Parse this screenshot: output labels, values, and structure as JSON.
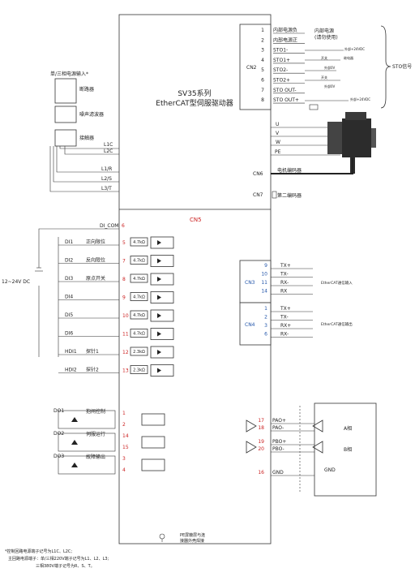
{
  "drive": {
    "title1": "SV35系列",
    "title2": "EtherCAT型伺服驱动器"
  },
  "power": {
    "input_label": "单/三相电源输入*",
    "breaker": "断路器",
    "noise_filter": "噪声滤波器",
    "contactor": "接触器",
    "l1c": "L1C",
    "l2c": "L2C",
    "l1r": "L1/R",
    "l2s": "L2/S",
    "l3t": "L3/T"
  },
  "cn2": {
    "label": "CN2",
    "rows": [
      {
        "num": "1",
        "name": "内部电源负"
      },
      {
        "num": "2",
        "name": "内部电源正"
      },
      {
        "num": "3",
        "name": "STO1-"
      },
      {
        "num": "4",
        "name": "STO1+"
      },
      {
        "num": "5",
        "name": "STO2-"
      },
      {
        "num": "6",
        "name": "STO2+"
      },
      {
        "num": "7",
        "name": "STO OUT-"
      },
      {
        "num": "8",
        "name": "STO OUT+"
      }
    ],
    "internal_note1": "内部电源",
    "internal_note2": "(请勿使用)",
    "v24_a": "外部+24VDC",
    "v24_b": "外部+24VDC",
    "switch_a": "开关",
    "switch_b": "开关",
    "relay": "继电器",
    "com_a": "外部0V",
    "com_b": "外部0V",
    "sto_signal": "STO信号"
  },
  "motor": {
    "u": "U",
    "v": "V",
    "w": "W",
    "pe": "PE",
    "cn6": "CN6",
    "encoder": "电机编码器",
    "cn7": "CN7",
    "encoder2": "第二编码器"
  },
  "cn5": {
    "label": "CN5",
    "di_com": "DI_COM",
    "di_com_pin": "6",
    "supply": "12~24V DC",
    "inputs": [
      {
        "name": "DI1",
        "func": "正向限位",
        "pin": "5",
        "res": "4.7kΩ"
      },
      {
        "name": "DI2",
        "func": "反向限位",
        "pin": "7",
        "res": "4.7kΩ"
      },
      {
        "name": "DI3",
        "func": "原点开关",
        "pin": "8",
        "res": "4.7kΩ"
      },
      {
        "name": "DI4",
        "func": "",
        "pin": "9",
        "res": "4.7kΩ"
      },
      {
        "name": "DI5",
        "func": "",
        "pin": "10",
        "res": "4.7kΩ"
      },
      {
        "name": "DI6",
        "func": "",
        "pin": "11",
        "res": "4.7kΩ"
      },
      {
        "name": "HDI1",
        "func": "探针1",
        "pin": "12",
        "res": "2.3kΩ"
      },
      {
        "name": "HDI2",
        "func": "探针2",
        "pin": "13",
        "res": "2.3kΩ"
      }
    ],
    "outputs": [
      {
        "name": "DO1",
        "func": "抱闸控制",
        "pin_a": "1",
        "pin_b": "2"
      },
      {
        "name": "DO2",
        "func": "伺服运行",
        "pin_a": "14",
        "pin_b": "15"
      },
      {
        "name": "DO3",
        "func": "故障输出",
        "pin_a": "3",
        "pin_b": "4"
      }
    ],
    "encout": [
      {
        "pin": "17",
        "name": "PAO+"
      },
      {
        "pin": "18",
        "name": "PAO-"
      },
      {
        "pin": "19",
        "name": "PBO+"
      },
      {
        "pin": "20",
        "name": "PBO-"
      },
      {
        "pin": "16",
        "name": "GND"
      }
    ],
    "phase_a": "A相",
    "phase_b": "B相",
    "gnd": "GND"
  },
  "cn3": {
    "label": "CN3",
    "rows": [
      {
        "pin": "9",
        "name": "TX+"
      },
      {
        "pin": "10",
        "name": "TX-"
      },
      {
        "pin": "11",
        "name": "RX-"
      },
      {
        "pin": "14",
        "name": "RX"
      }
    ],
    "note": "EtherCAT通信输入"
  },
  "cn4": {
    "label": "CN4",
    "rows": [
      {
        "pin": "1",
        "name": "TX+"
      },
      {
        "pin": "2",
        "name": "TX-"
      },
      {
        "pin": "3",
        "name": "RX+"
      },
      {
        "pin": "6",
        "name": "RX-"
      }
    ],
    "note": "EtherCAT通信输出"
  },
  "pe_note1": "PE屏蔽层与连",
  "pe_note2": "接器外壳焊接",
  "footnote": {
    "line1": "*控制回路电源端子记号为L1C、L2C;",
    "line2": "主回路电源端子：单/三相220V端子记号为L1、L2、L3;",
    "line3": "三相380V端子记号为R、S、T。"
  },
  "colors": {
    "pin_red": "#cc2222",
    "pin_blue": "#2255aa",
    "line": "#333333"
  }
}
